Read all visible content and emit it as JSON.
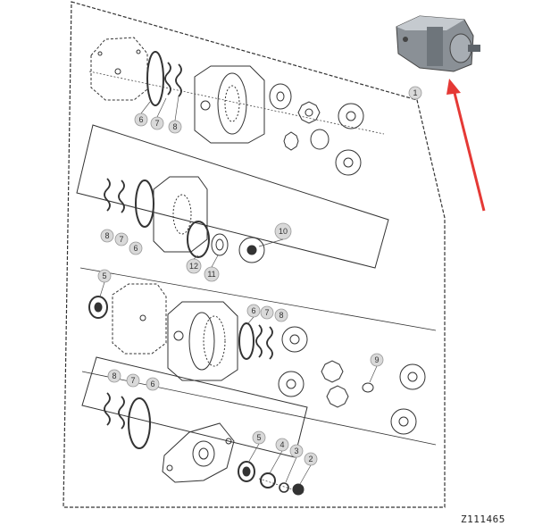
{
  "figure": {
    "id_label": "Z111465"
  },
  "callouts": {
    "c1": "1",
    "top_6": "6",
    "top_7": "7",
    "top_8": "8",
    "mid_8": "8",
    "mid_7": "7",
    "mid_6": "6",
    "mid_10": "10",
    "mid_12": "12",
    "mid_11": "11",
    "low_5": "5",
    "low_6": "6",
    "low_7": "7",
    "low_8": "8",
    "low_9": "9",
    "bot_8": "8",
    "bot_7": "7",
    "bot_6": "6",
    "bot_5": "5",
    "bot_4": "4",
    "bot_3": "3",
    "bot_2": "2"
  },
  "colors": {
    "line": "#333333",
    "callout_fill": "#d9d9d9",
    "arrow": "#e53935"
  },
  "icons": {
    "pump_photo": "hydraulic-gear-pump-icon",
    "arrow": "red-arrow-icon"
  }
}
